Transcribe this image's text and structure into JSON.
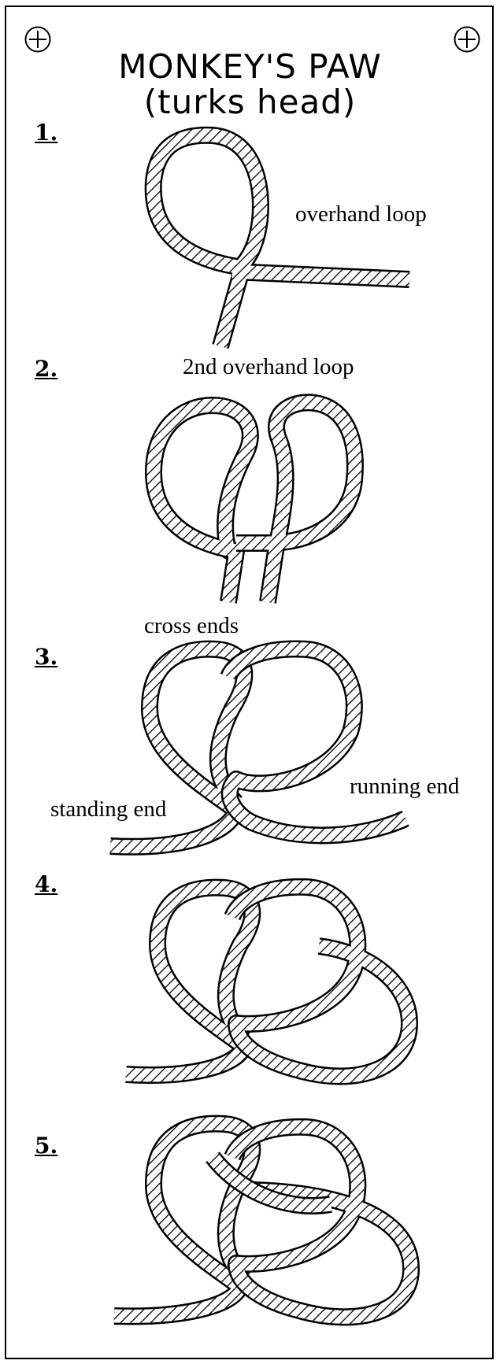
{
  "title": {
    "line1": "MONKEY'S PAW",
    "line2": "(turks head)"
  },
  "registration_marks": [
    "circle-plus",
    "circle-plus"
  ],
  "steps": [
    {
      "number": "1.",
      "labels": [
        "overhand loop"
      ]
    },
    {
      "number": "2.",
      "labels": [
        "2nd overhand loop"
      ]
    },
    {
      "number": "3.",
      "labels": [
        "cross ends",
        "standing end",
        "running end"
      ]
    },
    {
      "number": "4.",
      "labels": []
    },
    {
      "number": "5.",
      "labels": []
    }
  ]
}
